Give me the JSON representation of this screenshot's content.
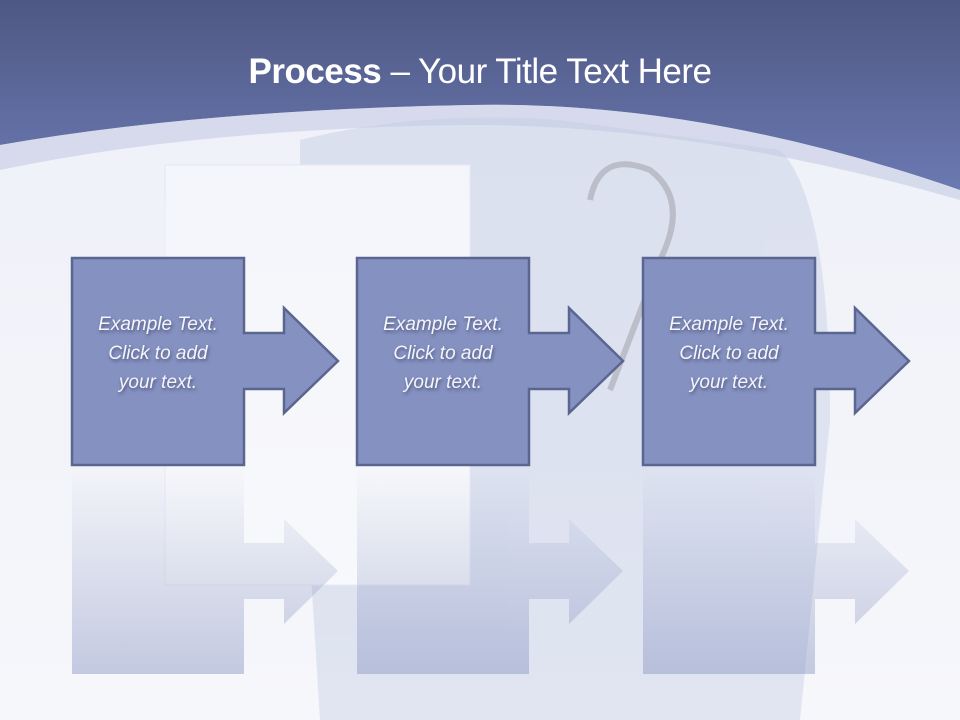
{
  "slide": {
    "title_bold": "Process",
    "title_rest": " – Your Title Text Here"
  },
  "steps": [
    {
      "lines": [
        "Example Text.",
        "Click  to add",
        "your text."
      ]
    },
    {
      "lines": [
        "Example Text.",
        "Click  to add",
        "your text."
      ]
    },
    {
      "lines": [
        "Example Text.",
        "Click  to add",
        "your text."
      ]
    }
  ],
  "colors": {
    "header_top": "#4e5883",
    "header_bottom": "#6b79b2",
    "shape_fill": "#8591c0",
    "shape_stroke": "#5b6690"
  }
}
